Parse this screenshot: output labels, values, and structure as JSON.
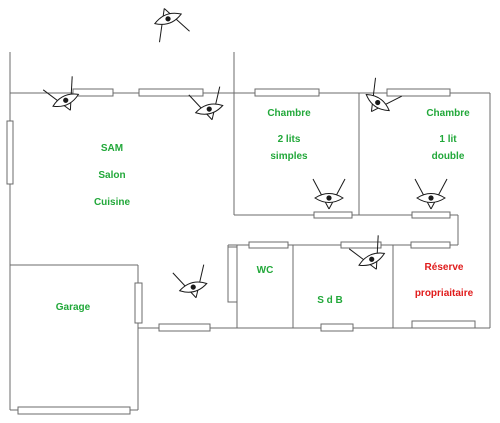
{
  "colors": {
    "room_label": "#22a83a",
    "reserve_label": "#e01b1b",
    "wall": "#6b6b6b",
    "camera": "#1a1a1a"
  },
  "icons": {
    "camera": "eye-camera-icon",
    "window": "window-icon"
  },
  "rooms": {
    "sam": {
      "line1": "SAM",
      "line2": "Salon",
      "line3": "Cuisine"
    },
    "chambre_left": {
      "line1": "Chambre",
      "line2": "2 lits",
      "line3": "simples"
    },
    "chambre_right": {
      "line1": "Chambre",
      "line2": "1 lit",
      "line3": "double"
    },
    "wc": {
      "line1": "WC"
    },
    "sdb": {
      "line1": "S d B"
    },
    "garage": {
      "line1": "Garage"
    },
    "reserve": {
      "line1": "Réserve",
      "line2": "propriaitaire"
    }
  }
}
